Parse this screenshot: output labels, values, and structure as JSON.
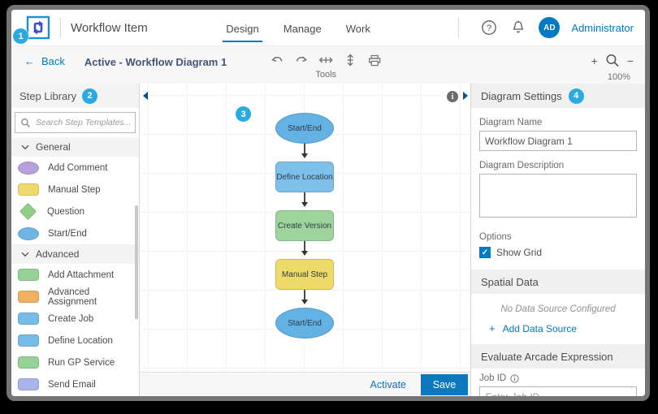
{
  "colors": {
    "accent": "#0079c1",
    "save_button": "#0c78bd",
    "badge": "#29abe2",
    "breadcrumb_text": "#44537a",
    "checkbox_checked": "#007ac2"
  },
  "badges": {
    "b1": "1",
    "b2": "2",
    "b3": "3",
    "b4": "4"
  },
  "header": {
    "title": "Workflow Item",
    "tabs": [
      {
        "label": "Design"
      },
      {
        "label": "Manage"
      },
      {
        "label": "Work"
      }
    ],
    "active_tab": "Design",
    "user_initials": "AD",
    "user_name": "Administrator"
  },
  "toolbar": {
    "back_arrow": "←",
    "back_label": "Back",
    "breadcrumb": "Active - Workflow Diagram 1",
    "tools_label": "Tools",
    "zoom_in": "+",
    "zoom_out": "−",
    "zoom_level": "100%"
  },
  "step_library": {
    "title": "Step Library",
    "search_placeholder": "Search Step Templates...",
    "sections": [
      {
        "label": "General",
        "items": [
          {
            "label": "Add Comment",
            "shape": "ellipse",
            "color": "#b7a0dc"
          },
          {
            "label": "Manual Step",
            "shape": "rect",
            "color": "#eed96a"
          },
          {
            "label": "Question",
            "shape": "diamond",
            "color": "#8fcf87"
          },
          {
            "label": "Start/End",
            "shape": "ellipse",
            "color": "#6eb6e4"
          }
        ]
      },
      {
        "label": "Advanced",
        "items": [
          {
            "label": "Add Attachment",
            "shape": "rect",
            "color": "#96d295"
          },
          {
            "label": "Advanced Assignment",
            "shape": "rect",
            "color": "#f0b061"
          },
          {
            "label": "Create Job",
            "shape": "rect",
            "color": "#77bce8"
          },
          {
            "label": "Define Location",
            "shape": "rect",
            "color": "#77bce8"
          },
          {
            "label": "Run GP Service",
            "shape": "rect",
            "color": "#96d295"
          },
          {
            "label": "Send Email",
            "shape": "rect",
            "color": "#a9b4ec"
          }
        ]
      }
    ]
  },
  "canvas": {
    "info_glyph": "i",
    "nodes": [
      {
        "label": "Start/End",
        "shape": "ellipse",
        "color": "#64b1e4"
      },
      {
        "label": "Define Location",
        "shape": "rect",
        "color": "#7fc0ea"
      },
      {
        "label": "Create Version",
        "shape": "rect",
        "color": "#9ed49c"
      },
      {
        "label": "Manual Step",
        "shape": "rect",
        "color": "#eeda68"
      },
      {
        "label": "Start/End",
        "shape": "ellipse",
        "color": "#64b1e4"
      }
    ]
  },
  "footer": {
    "activate_label": "Activate",
    "save_label": "Save"
  },
  "settings": {
    "title": "Diagram Settings",
    "name_label": "Diagram Name",
    "name_value": "Workflow Diagram 1",
    "description_label": "Diagram Description",
    "description_value": "",
    "options_label": "Options",
    "show_grid_label": "Show Grid",
    "show_grid_checked": true,
    "spatial_title": "Spatial Data",
    "spatial_empty": "No Data Source Configured",
    "add_data_source_label": "Add Data Source",
    "arcade_title": "Evaluate Arcade Expression",
    "job_id_label": "Job ID",
    "job_id_placeholder": "Enter Job ID"
  }
}
